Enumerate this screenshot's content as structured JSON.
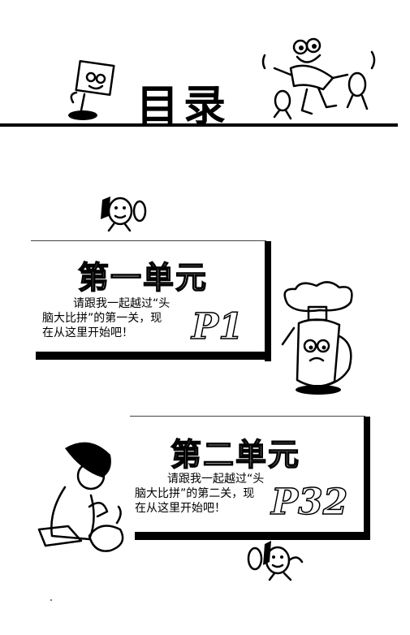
{
  "header": {
    "title": "目录"
  },
  "units": [
    {
      "title": "第一单元",
      "desc_lines": [
        "请跟我一起越过“头",
        "脑大比拼”的第一关，现",
        "在从这里开始吧！"
      ],
      "page": "P1"
    },
    {
      "title": "第二单元",
      "desc_lines": [
        "请跟我一起越过“头",
        "脑大比拼”的第二关，现",
        "在从这里开始吧！"
      ],
      "page": "P32"
    }
  ]
}
